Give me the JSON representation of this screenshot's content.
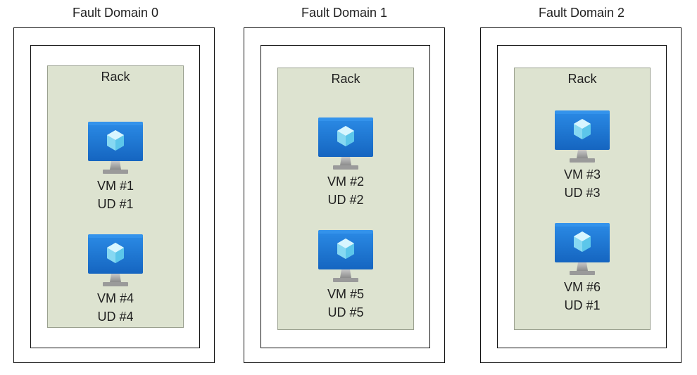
{
  "fault_domains": [
    {
      "title": "Fault Domain 0",
      "rack_label": "Rack",
      "vms": [
        {
          "vm": "VM #1",
          "ud": "UD #1"
        },
        {
          "vm": "VM #4",
          "ud": "UD #4"
        }
      ]
    },
    {
      "title": "Fault Domain 1",
      "rack_label": "Rack",
      "vms": [
        {
          "vm": "VM #2",
          "ud": "UD #2"
        },
        {
          "vm": "VM #5",
          "ud": "UD #5"
        }
      ]
    },
    {
      "title": "Fault Domain 2",
      "rack_label": "Rack",
      "vms": [
        {
          "vm": "VM #3",
          "ud": "UD #3"
        },
        {
          "vm": "VM #6",
          "ud": "UD #1"
        }
      ]
    }
  ],
  "icons": {
    "vm": "virtual-machine-icon"
  },
  "colors": {
    "rack_fill": "#dde3d0",
    "monitor_blue": "#1e74d0"
  }
}
